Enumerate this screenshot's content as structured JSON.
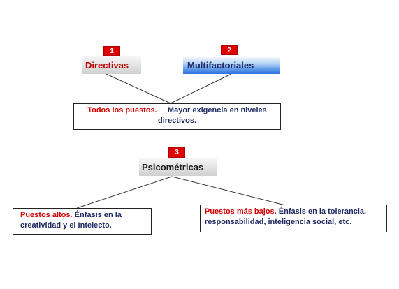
{
  "colors": {
    "badge": "#e00000",
    "red_text": "#d40000",
    "navy_text": "#1f2a63",
    "black_text": "#1a1a1a",
    "gray_box": "#e6e6e6",
    "blue_box": "#4f8fe6"
  },
  "top": {
    "badge_1": "1",
    "badge_2": "2",
    "cat_1": "Directivas",
    "cat_2": "Multifactoriales",
    "summary_red": "Todos los puestos.",
    "summary_navy": "Mayor exigencia en niveles directivos."
  },
  "bottom": {
    "badge_3": "3",
    "cat_3": "Psicométricas",
    "left_red": "Puestos altos.",
    "left_navy": "Énfasis en la creatividad y el Intelecto.",
    "right_red": "Puestos más bajos.",
    "right_navy": "Énfasis en la tolerancia, responsabilidad, inteligencia social, etc."
  }
}
